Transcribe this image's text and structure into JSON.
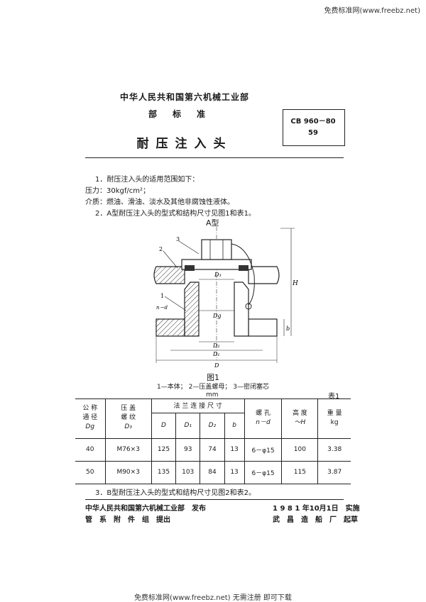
{
  "watermark_top": "免费标准网(www.freebz.net)",
  "watermark_bottom": "免费标准网(www.freebz.net) 无需注册 即可下载",
  "header": {
    "ministry": "中华人民共和国第六机械工业部",
    "standard_type": "部标准",
    "title": "耐压注入头",
    "code": "CB 960－80",
    "page_num": "59"
  },
  "body": {
    "p1": "1．耐压注入头的适用范围如下：",
    "p2": "压力：30kgf/cm²；",
    "p3": "介质：燃油、滑油、淡水及其他非腐蚀性液体。",
    "p4": "2．A型耐压注入头的型式和结构尺寸见图1和表1。",
    "p5": "3．B型耐压注入头的型式和结构尺寸见图2和表2。"
  },
  "figure": {
    "type_label": "A型",
    "caption": "图1",
    "legend": "1—本体； 2—压盖螺母； 3—密闭塞芯",
    "part_labels": [
      "1",
      "2",
      "3"
    ],
    "dim_labels": {
      "D3": "D₃",
      "Dg": "Dg",
      "D2": "D₂",
      "D1": "D₁",
      "D": "D",
      "H": "H",
      "b": "b",
      "nd": "n－d"
    }
  },
  "table": {
    "unit": "mm",
    "label": "表1",
    "headers": {
      "nominal": [
        "公 称",
        "通 径",
        "Dg"
      ],
      "thread": [
        "压 盖",
        "螺 纹",
        "D₃"
      ],
      "flange": "法 兰 连 接 尺 寸",
      "flange_cols": [
        "D",
        "D₁",
        "D₂",
        "b"
      ],
      "holes": [
        "螺 孔",
        "n－d"
      ],
      "height": [
        "高 度",
        "～H"
      ],
      "weight": [
        "重 量",
        "kg"
      ]
    },
    "rows": [
      [
        "40",
        "M76×3",
        "125",
        "93",
        "74",
        "13",
        "6－φ15",
        "100",
        "3.38"
      ],
      [
        "50",
        "M90×3",
        "135",
        "103",
        "84",
        "13",
        "6－φ15",
        "115",
        "3.87"
      ]
    ]
  },
  "footer": {
    "left1": "中华人民共和国第六机械工业部　发布",
    "left2": "管　系　附　件　组　提出",
    "right1": "1 9 8 1 年10月1日　实施",
    "right2": "武　昌　造　船　厂　起草"
  }
}
